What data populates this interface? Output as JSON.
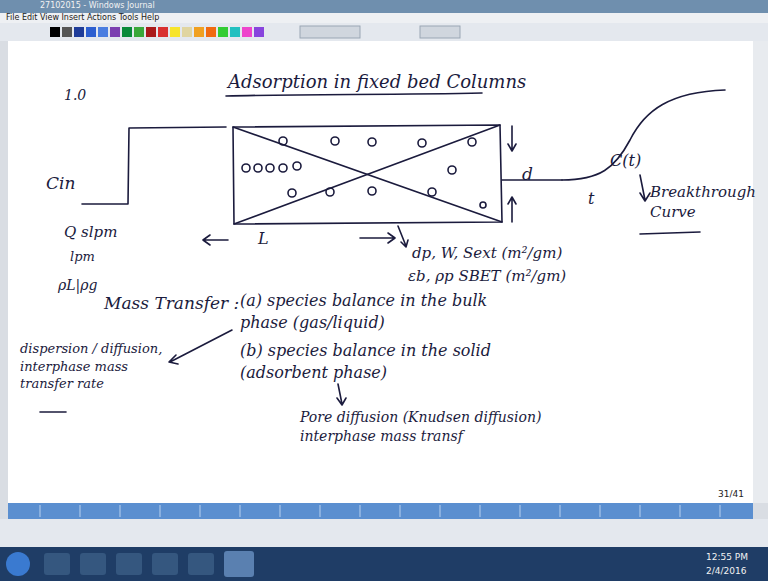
{
  "diagram": {
    "title": "Adsorption in fixed bed Columns",
    "labels": [
      "27102015 - Windows Journal",
      "File Edit View Insert Actions Tools Help",
      "1.0",
      "Cin",
      "d",
      "C(t)",
      "t",
      "Breakthrough Curve",
      "Q slpm",
      "lpm",
      "L",
      "dp, W, Sext (m²/gm)",
      "εb, ρp   SBET (m²/gm)",
      "ρL|ρg",
      "Mass Transfer :",
      "(a) species balance in the bulk phase (gas/liquid)",
      "(b) species balance in the solid (adsorbent phase)",
      "dispersion / diffusion, interphase mass transfer rate",
      "Pore diffusion (Knudsen diffusion) interphase mass transf",
      "31/41",
      "12:55 PM",
      "2/4/2016"
    ]
  }
}
